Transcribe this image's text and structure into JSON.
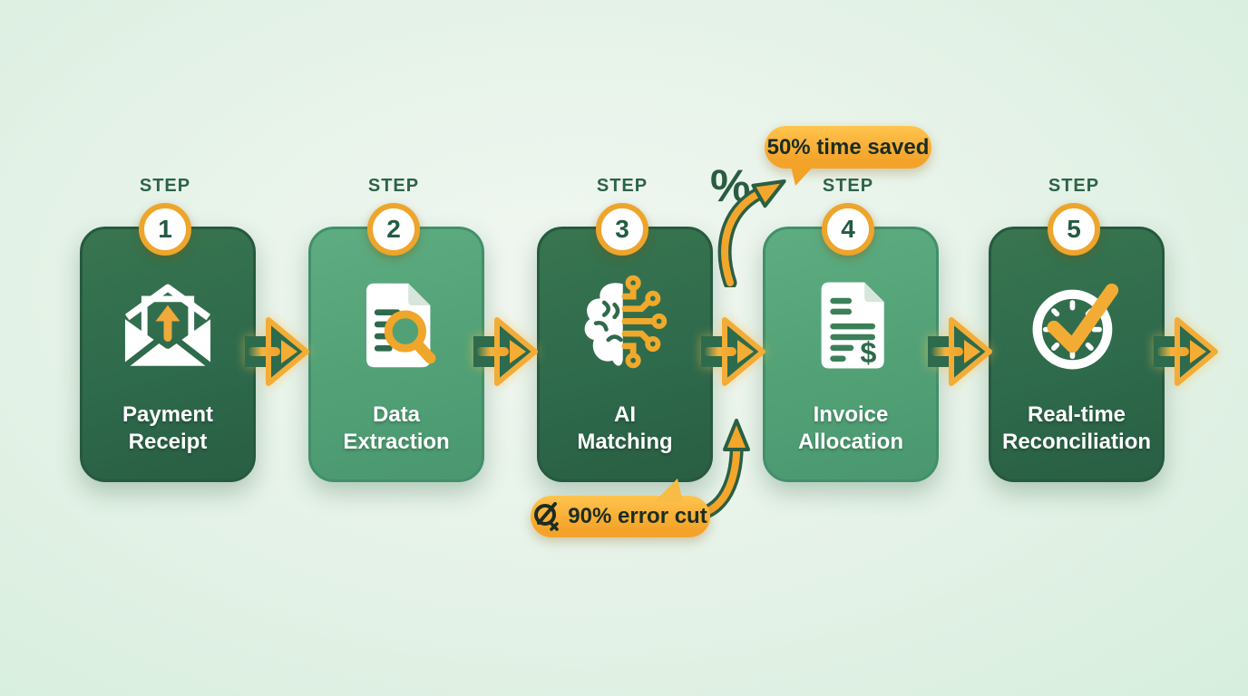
{
  "steps": [
    {
      "label": "STEP",
      "number": "1",
      "title_lines": [
        "Payment",
        "Receipt"
      ],
      "icon": "envelope-upload-icon",
      "variant": "dark"
    },
    {
      "label": "STEP",
      "number": "2",
      "title_lines": [
        "Data",
        "Extraction"
      ],
      "icon": "document-search-icon",
      "variant": "light"
    },
    {
      "label": "STEP",
      "number": "3",
      "title_lines": [
        "AI",
        "Matching"
      ],
      "icon": "ai-brain-circuit-icon",
      "variant": "dark"
    },
    {
      "label": "STEP",
      "number": "4",
      "title_lines": [
        "Invoice",
        "Allocation"
      ],
      "icon": "invoice-dollar-icon",
      "variant": "light"
    },
    {
      "label": "STEP",
      "number": "5",
      "title_lines": [
        "Real-time",
        "Reconciliation"
      ],
      "icon": "clock-check-icon",
      "variant": "dark"
    }
  ],
  "callouts": {
    "time_saved": {
      "text": "50% time saved"
    },
    "error_cut": {
      "text": "90% error cut",
      "icon": "error-slash-icon"
    }
  },
  "annotations": {
    "percent_symbol": "%"
  },
  "colors": {
    "card_dark": "#2e6a4c",
    "card_light": "#52a176",
    "accent_gold": "#f2a62f",
    "badge_ring": "#eda52c",
    "background_mint": "#e7f3e9",
    "label_green": "#2c6349",
    "bubble_text": "#1b2d22",
    "title_text": "#ffffff"
  }
}
